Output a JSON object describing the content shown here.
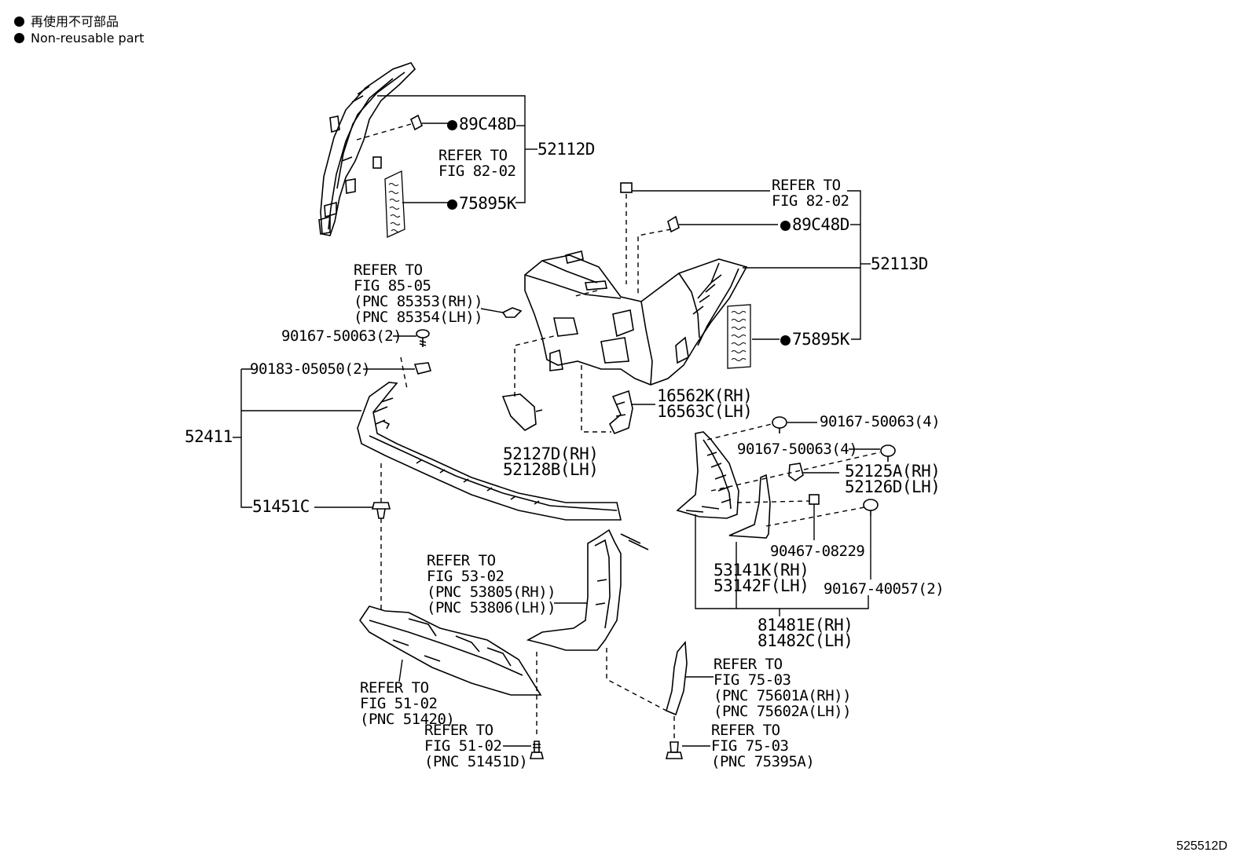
{
  "legend": [
    {
      "text": "再使用不可部品"
    },
    {
      "text": "Non-reusable part"
    }
  ],
  "diagram_id": "525512D",
  "labels": {
    "p52112D": "52112D",
    "p89C48D_a": "89C48D",
    "refer_82_02_a": [
      "REFER TO",
      "FIG 82-02"
    ],
    "p75895K_a": "75895K",
    "refer_82_02_b": [
      "REFER TO",
      "FIG 82-02"
    ],
    "p89C48D_b": "89C48D",
    "p52113D": "52113D",
    "p75895K_b": "75895K",
    "refer_85_05": [
      "REFER TO",
      "FIG 85-05",
      "(PNC 85353(RH))",
      "(PNC 85354(LH))"
    ],
    "p90167_50063_2": "90167-50063(2)",
    "p90183_05050_2": "90183-05050(2)",
    "p52411": "52411",
    "p51451C": "51451C",
    "p52127D": [
      "52127D(RH)",
      "52128B(LH)"
    ],
    "p16562K": [
      "16562K(RH)",
      "16563C(LH)"
    ],
    "p90167_50063_4a": "90167-50063(4)",
    "p90167_50063_4b": "90167-50063(4)",
    "p52125A": [
      "52125A(RH)",
      "52126D(LH)"
    ],
    "p90467_08229": "90467-08229",
    "p53141K": [
      "53141K(RH)",
      "53142F(LH)"
    ],
    "p90167_40057_2": "90167-40057(2)",
    "p81481E": [
      "81481E(RH)",
      "81482C(LH)"
    ],
    "refer_53_02": [
      "REFER TO",
      "FIG 53-02",
      "(PNC 53805(RH))",
      "(PNC 53806(LH))"
    ],
    "refer_51_02_a": [
      "REFER TO",
      "FIG 51-02",
      "(PNC 51420)"
    ],
    "refer_51_02_b": [
      "REFER TO",
      "FIG 51-02",
      "(PNC 51451D)"
    ],
    "refer_75_03_a": [
      "REFER TO",
      "FIG 75-03",
      "(PNC 75601A(RH))",
      "(PNC 75602A(LH))"
    ],
    "refer_75_03_b": [
      "REFER TO",
      "FIG 75-03",
      "(PNC 75395A)"
    ]
  }
}
